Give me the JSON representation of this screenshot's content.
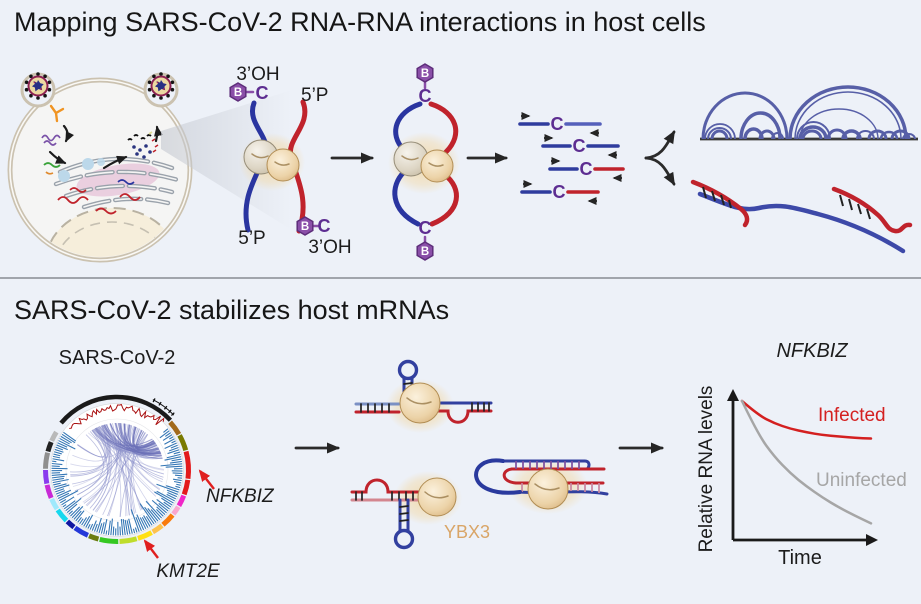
{
  "background_color": "#edf1f8",
  "colors": {
    "background": "#edf1f8",
    "ink": "#161616",
    "rna_blue": "#2a35a0",
    "rna_red": "#c0232c",
    "tag_purple": "#8a4fa8",
    "tag_purple_dark": "#5d2d7a",
    "linker_purple": "#5d2d91",
    "arc_blue": "#575fa7",
    "chord": "#8d92cb",
    "chord_dense": "#6a70b8",
    "spike_blue": "#3577b5",
    "coverage_red": "#aa1111",
    "infected_red": "#d42020",
    "uninfected_gray": "#a6a6a6",
    "ybx3_label": "#d9a567",
    "membrane": "#cbc2b0",
    "annotation_red": "#e01f1f"
  },
  "panel_top": {
    "title": "Mapping SARS-CoV-2 RNA-RNA interactions in host cells",
    "crosslinked_complex": {
      "label_top_left": "3’OH",
      "label_top_right": "5’P",
      "label_bottom_left": "5’P",
      "label_bottom_right": "3’OH",
      "biotin_tag": "B",
      "linker": "C"
    },
    "ligated_complex": {
      "biotin_tag": "B",
      "linker": "C"
    },
    "reads": {
      "linker": "C",
      "items": [
        {
          "left_color": "#2f3c9e",
          "right_color": "#5560bb"
        },
        {
          "left_color": "#2f3c9e",
          "right_color": "#2f3c9e"
        },
        {
          "left_color": "#2f3c9e",
          "right_color": "#c0232c"
        },
        {
          "left_color": "#2f3c9e",
          "right_color": "#c0232c"
        }
      ]
    }
  },
  "panel_bottom": {
    "title": "SARS-CoV-2 stabilizes host mRNAs",
    "circos": {
      "label": "SARS-CoV-2",
      "gene_annotations": [
        {
          "name": "NFKBIZ"
        },
        {
          "name": "KMT2E"
        }
      ],
      "genome_color": "#1a1a1a",
      "segments": [
        {
          "from": 48,
          "to": 60,
          "color": "#a26a1c"
        },
        {
          "from": 61,
          "to": 74,
          "color": "#7a7a00"
        },
        {
          "from": 75,
          "to": 97,
          "color": "#e31a1c"
        },
        {
          "from": 98,
          "to": 110,
          "color": "#e31a1c"
        },
        {
          "from": 111,
          "to": 120,
          "color": "#f026c8"
        },
        {
          "from": 121,
          "to": 128,
          "color": "#f9a7cf"
        },
        {
          "from": 129,
          "to": 140,
          "color": "#f97b0c"
        },
        {
          "from": 141,
          "to": 150,
          "color": "#fdc24e"
        },
        {
          "from": 151,
          "to": 163,
          "color": "#ffe014"
        },
        {
          "from": 164,
          "to": 178,
          "color": "#bfdd2b"
        },
        {
          "from": 179,
          "to": 194,
          "color": "#35c822"
        },
        {
          "from": 195,
          "to": 203,
          "color": "#6b7c10"
        },
        {
          "from": 204,
          "to": 216,
          "color": "#2438d8"
        },
        {
          "from": 217,
          "to": 224,
          "color": "#1016a0"
        },
        {
          "from": 225,
          "to": 236,
          "color": "#16d8ee"
        },
        {
          "from": 237,
          "to": 246,
          "color": "#9fe9fc"
        },
        {
          "from": 247,
          "to": 258,
          "color": "#c82ad6"
        },
        {
          "from": 259,
          "to": 270,
          "color": "#8a3bee"
        },
        {
          "from": 271,
          "to": 284,
          "color": "#8f8f8f"
        },
        {
          "from": 285,
          "to": 293,
          "color": "#222222"
        },
        {
          "from": 294,
          "to": 302,
          "color": "#b9b9b9"
        }
      ]
    },
    "protein_label": "YBX3",
    "chart": {
      "title": "NFKBIZ",
      "ylabel": "Relative RNA levels",
      "xlabel": "Time",
      "series": [
        {
          "name": "Infected",
          "color": "#d42020"
        },
        {
          "name": "Uninfected",
          "color": "#a6a6a6"
        }
      ]
    }
  },
  "chart_data": {
    "type": "line",
    "title": "NFKBIZ",
    "xlabel": "Time",
    "ylabel": "Relative RNA levels",
    "axis_tick_labels": "none (schematic)",
    "series": [
      {
        "name": "Infected",
        "color": "#d42020",
        "x_norm": [
          0,
          0.125,
          0.25,
          0.375,
          0.5,
          0.625,
          0.75,
          0.875,
          1
        ],
        "y_norm": [
          1.0,
          0.9,
          0.84,
          0.8,
          0.775,
          0.755,
          0.745,
          0.735,
          0.73
        ]
      },
      {
        "name": "Uninfected",
        "color": "#a6a6a6",
        "x_norm": [
          0,
          0.125,
          0.25,
          0.375,
          0.5,
          0.625,
          0.75,
          0.875,
          1
        ],
        "y_norm": [
          1.0,
          0.76,
          0.6,
          0.48,
          0.385,
          0.305,
          0.235,
          0.175,
          0.12
        ]
      }
    ]
  }
}
